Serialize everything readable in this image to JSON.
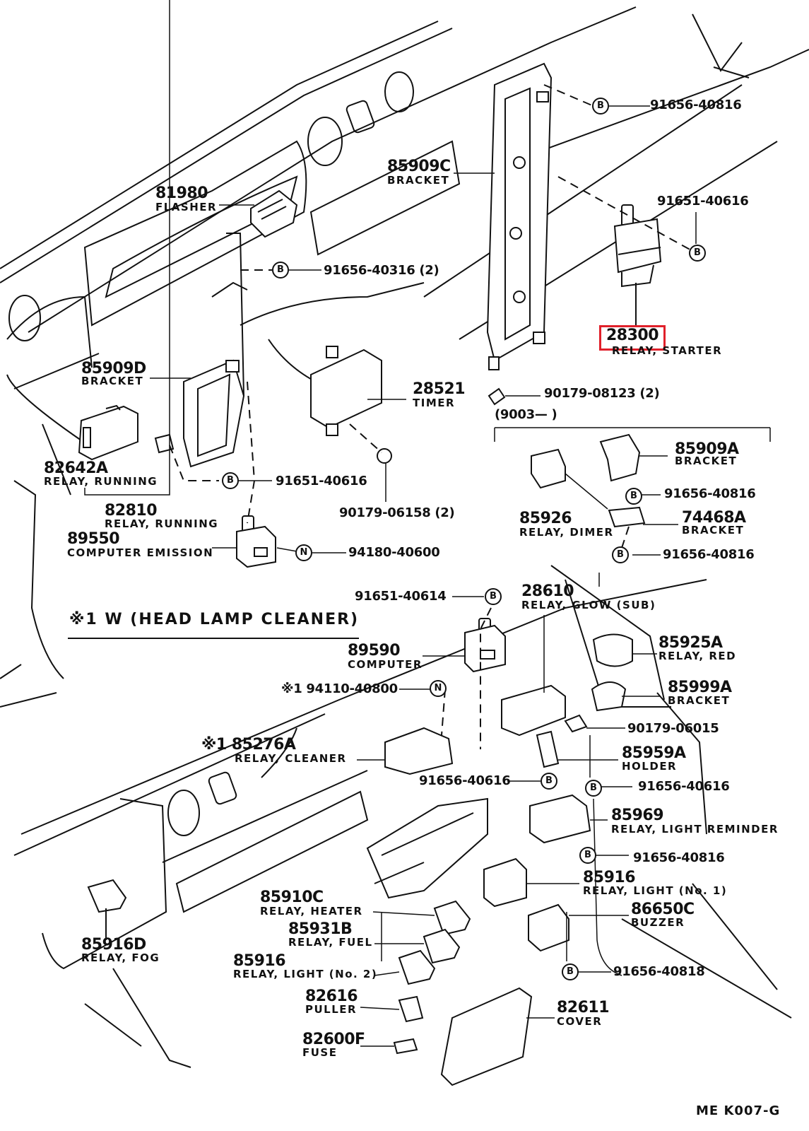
{
  "section_title": "※1 W (HEAD LAMP CLEANER)",
  "part_group_label": "(9003—        )",
  "diagram_code": "ME K007-G",
  "highlight_color": "#e0202a",
  "bolt_b": "B",
  "nut_n": "N",
  "parts": {
    "p91656_40816_top": {
      "code": "91656-40816"
    },
    "p85909c": {
      "num": "85909C",
      "name": "BRACKET"
    },
    "p91651_40616_top": {
      "code": "91651-40616"
    },
    "p81980": {
      "num": "81980",
      "name": "FLASHER"
    },
    "p91656_40316": {
      "code": "91656-40316 (2)"
    },
    "p28300": {
      "num": "28300",
      "name": "RELAY, STARTER"
    },
    "p85909d": {
      "num": "85909D",
      "name": "BRACKET"
    },
    "p28521": {
      "num": "28521",
      "name": "TIMER"
    },
    "p90179_08123": {
      "code": "90179-08123 (2)"
    },
    "p85909a": {
      "num": "85909A",
      "name": "BRACKET"
    },
    "p91656_40816_a": {
      "code": "91656-40816"
    },
    "p82642a": {
      "num": "82642A",
      "name": "RELAY, RUNNING"
    },
    "p91651_40616_mid": {
      "code": "91651-40616"
    },
    "p82810": {
      "num": "82810",
      "name": "RELAY, RUNNING"
    },
    "p90179_06158": {
      "code": "90179-06158 (2)"
    },
    "p85926": {
      "num": "85926",
      "name": "RELAY, DIMER"
    },
    "p74468a": {
      "num": "74468A",
      "name": "BRACKET"
    },
    "p89550": {
      "num": "89550",
      "name": "COMPUTER EMISSION"
    },
    "p94180_40600": {
      "code": "94180-40600"
    },
    "p91656_40816_b": {
      "code": "91656-40816"
    },
    "p91651_40614": {
      "code": "91651-40614"
    },
    "p28610": {
      "num": "28610",
      "name": "RELAY, GLOW (SUB)"
    },
    "p85925a": {
      "num": "85925A",
      "name": "RELAY, RED"
    },
    "p89590": {
      "num": "89590",
      "name": "COMPUTER"
    },
    "p94110_40800": {
      "code": "※1  94110-40800"
    },
    "p85999a": {
      "num": "85999A",
      "name": "BRACKET"
    },
    "p90179_06015": {
      "code": "90179-06015"
    },
    "p85276a": {
      "num": "※1 85276A",
      "name": "RELAY, CLEANER"
    },
    "p85959a": {
      "num": "85959A",
      "name": "HOLDER"
    },
    "p91656_40616_a": {
      "code": "91656-40616"
    },
    "p91656_40616_b": {
      "code": "91656-40616"
    },
    "p85969": {
      "num": "85969",
      "name": "RELAY, LIGHT REMINDER"
    },
    "p91656_40816_c": {
      "code": "91656-40816"
    },
    "p85916_1": {
      "num": "85916",
      "name": "RELAY, LIGHT (No. 1)"
    },
    "p85910c": {
      "num": "85910C",
      "name": "RELAY, HEATER"
    },
    "p86650c": {
      "num": "86650C",
      "name": "BUZZER"
    },
    "p85931b": {
      "num": "85931B",
      "name": "RELAY, FUEL"
    },
    "p85916d": {
      "num": "85916D",
      "name": "RELAY, FOG"
    },
    "p85916_2": {
      "num": "85916",
      "name": "RELAY, LIGHT (No. 2)"
    },
    "p91656_40818": {
      "code": "91656-40818"
    },
    "p82616": {
      "num": "82616",
      "name": "PULLER"
    },
    "p82611": {
      "num": "82611",
      "name": "COVER"
    },
    "p82600f": {
      "num": "82600F",
      "name": "FUSE"
    }
  }
}
